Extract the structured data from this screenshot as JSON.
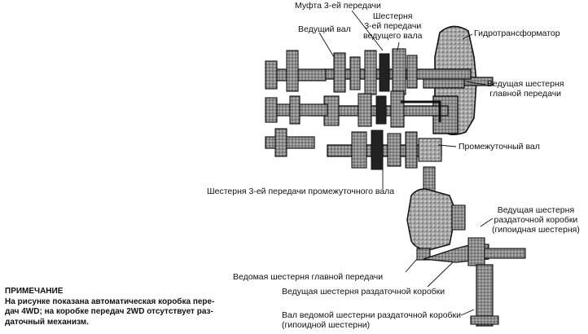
{
  "labels": {
    "clutch_3rd": "Муфта 3-ей передачи",
    "gear_3rd_drive_shaft": "Шестерня\n3-ей передачи\nведущего вала",
    "drive_shaft": "Ведущий вал",
    "torque_converter": "Гидротрансформатор",
    "final_drive_gear": "Ведущая шестерня\nглавной передачи",
    "countershaft": "Промежуточный вал",
    "gear_3rd_countershaft": "Шестерня 3-ей передачи промежуточного вала",
    "transfer_drive_gear_hypoid": "Ведущая шестерня\nраздаточной коробки\n(гипоидная шестерня)",
    "final_driven_gear": "Ведомая шестерня главной передачи",
    "transfer_drive_gear": "Ведущая шестерня раздаточной коробки",
    "transfer_driven_shaft": "Вал ведомой шестерни раздаточной коробки\n(гипоидной шестерни)"
  },
  "note": {
    "heading": "ПРИМЕЧАНИЕ",
    "text": "На рисунке показана автоматическая коробка пере-\nдач 4WD; на коробке передач 2WD отсутствует раз-\nдаточный механизм."
  }
}
